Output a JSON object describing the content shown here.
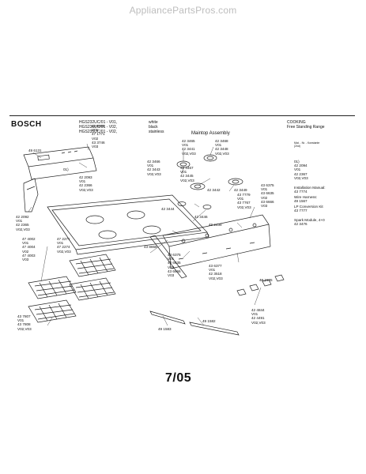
{
  "site_watermark": "AppliancePartsPros.com",
  "header": {
    "brand": "BOSCH",
    "models": [
      "HGS232UC/01 - V01,",
      "HGS236UC/01 - V02,",
      "HGS235UC/01 - V02,"
    ],
    "colors": [
      "white",
      "black",
      "stainless"
    ],
    "assembly": "Maintop Assembly",
    "category": [
      "COOKING",
      "Free Standing Range"
    ]
  },
  "side_notes": {
    "header_small": "Mat. - Nr. - Konstante",
    "header_small2": "(2nd)",
    "block1": [
      "01)",
      "42 2094",
      "V01",
      "42 2367",
      "V02,V03"
    ],
    "installation": [
      "Installation Manual:",
      "43 7774"
    ],
    "wire": [
      "Wire Harness:",
      "49 1567"
    ],
    "lp": [
      "LP Conversion Kit",
      "43 7777"
    ],
    "spark": [
      "Spark Module, 4+0",
      "42 3476"
    ]
  },
  "labels": [
    {
      "id": "l491131",
      "lines": [
        "49 6131"
      ]
    },
    {
      "id": "l436605",
      "lines": [
        "43 6605",
        "V01",
        "47 1771",
        "V02",
        "43 3746",
        "V03"
      ]
    },
    {
      "id": "l01",
      "lines": [
        "01)"
      ]
    },
    {
      "id": "l422093",
      "lines": [
        "42 2093",
        "V01",
        "42 2366",
        "V02,V03"
      ]
    },
    {
      "id": "l422092",
      "lines": [
        "42 2092",
        "V01",
        "42 2365",
        "V02,V03"
      ]
    },
    {
      "id": "l423465",
      "lines": [
        "42 3465",
        "V01",
        "42 3441",
        "V02,V03"
      ]
    },
    {
      "id": "l423468",
      "lines": [
        "42 3468",
        "V01",
        "42 3448",
        "V02,V03"
      ]
    },
    {
      "id": "l423466",
      "lines": [
        "42 3466",
        "V01",
        "42 3443",
        "V02,V03"
      ]
    },
    {
      "id": "l423467",
      "lines": [
        "42 3467",
        "V01",
        "42 3445",
        "V02,V03"
      ]
    },
    {
      "id": "l423442",
      "lines": [
        "42 3442"
      ]
    },
    {
      "id": "l423449",
      "lines": [
        "42 3449"
      ]
    },
    {
      "id": "l423444",
      "lines": [
        "42 3444"
      ]
    },
    {
      "id": "l423446",
      "lines": [
        "42 3446"
      ]
    },
    {
      "id": "l436375a",
      "lines": [
        "43 6375",
        "V01",
        "43 6635",
        "V02",
        "43 6666",
        "V03"
      ]
    },
    {
      "id": "l437779",
      "lines": [
        "43 7779",
        "V01",
        "43 7767",
        "V02,V03"
      ]
    },
    {
      "id": "l492439",
      "lines": [
        "49 2439"
      ]
    },
    {
      "id": "l472271",
      "lines": [
        "47 2271",
        "V01",
        "47 2274",
        "V02,V03"
      ]
    },
    {
      "id": "l474002",
      "lines": [
        "47 4002",
        "V01",
        "47 4004",
        "V02",
        "47 4003",
        "V03"
      ]
    },
    {
      "id": "l438868",
      "lines": [
        "43 8868"
      ]
    },
    {
      "id": "l436375b",
      "lines": [
        "43 6375",
        "V01",
        "43 6635",
        "V02",
        "43 6666",
        "V03"
      ]
    },
    {
      "id": "l436377",
      "lines": [
        "43 6377",
        "V01",
        "42 3518",
        "V02,V03"
      ]
    },
    {
      "id": "l422105",
      "lines": [
        "42 2105"
      ]
    },
    {
      "id": "l437807",
      "lines": [
        "43 7807",
        "V01",
        "43 7808",
        "V02,V03"
      ]
    },
    {
      "id": "l491582",
      "lines": [
        "49 1582"
      ]
    },
    {
      "id": "l491583",
      "lines": [
        "49 1583"
      ]
    },
    {
      "id": "l424844",
      "lines": [
        "42 4844",
        "V01",
        "42 4491",
        "V02,V03"
      ]
    }
  ],
  "date": "7/05"
}
